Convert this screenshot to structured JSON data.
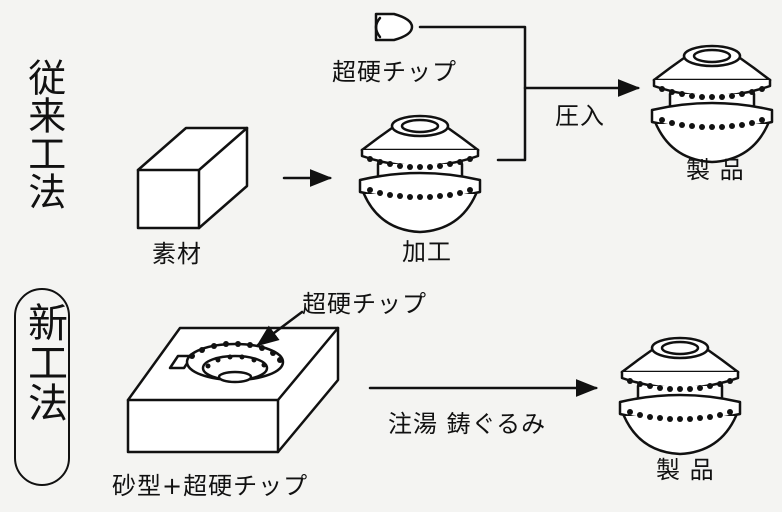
{
  "conventional": {
    "method_label": "従来工法",
    "carbide_tip_label": "超硬チップ",
    "raw_material_label": "素材",
    "machining_label": "加工",
    "press_fit_label": "圧入",
    "product_label": "製 品"
  },
  "new_method": {
    "method_label": "新工法",
    "carbide_tip_label": "超硬チップ",
    "mold_label": "砂型+超硬チップ",
    "casting_label": "注湯 鋳ぐるみ",
    "product_label": "製 品"
  }
}
